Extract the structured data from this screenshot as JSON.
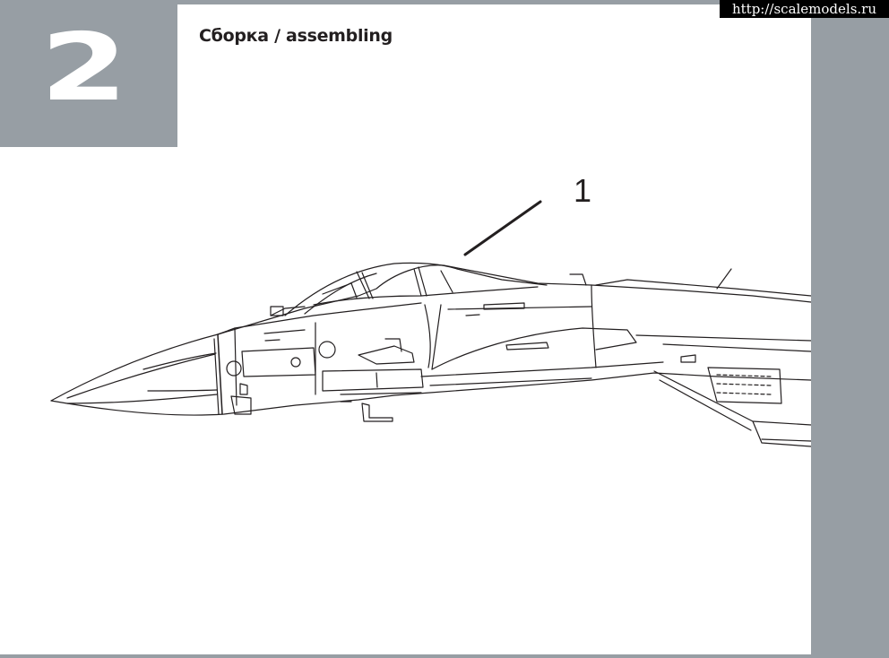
{
  "step": {
    "number": "2"
  },
  "title": "Сборка / assembling",
  "watermark": "http://scalemodels.ru",
  "callouts": [
    {
      "label": "1",
      "part": "canopy"
    }
  ],
  "colors": {
    "band": "#979ea4",
    "ink": "#231f20",
    "paper": "#ffffff"
  },
  "illustration": {
    "subject": "aircraft-forward-fuselage-line-drawing"
  }
}
